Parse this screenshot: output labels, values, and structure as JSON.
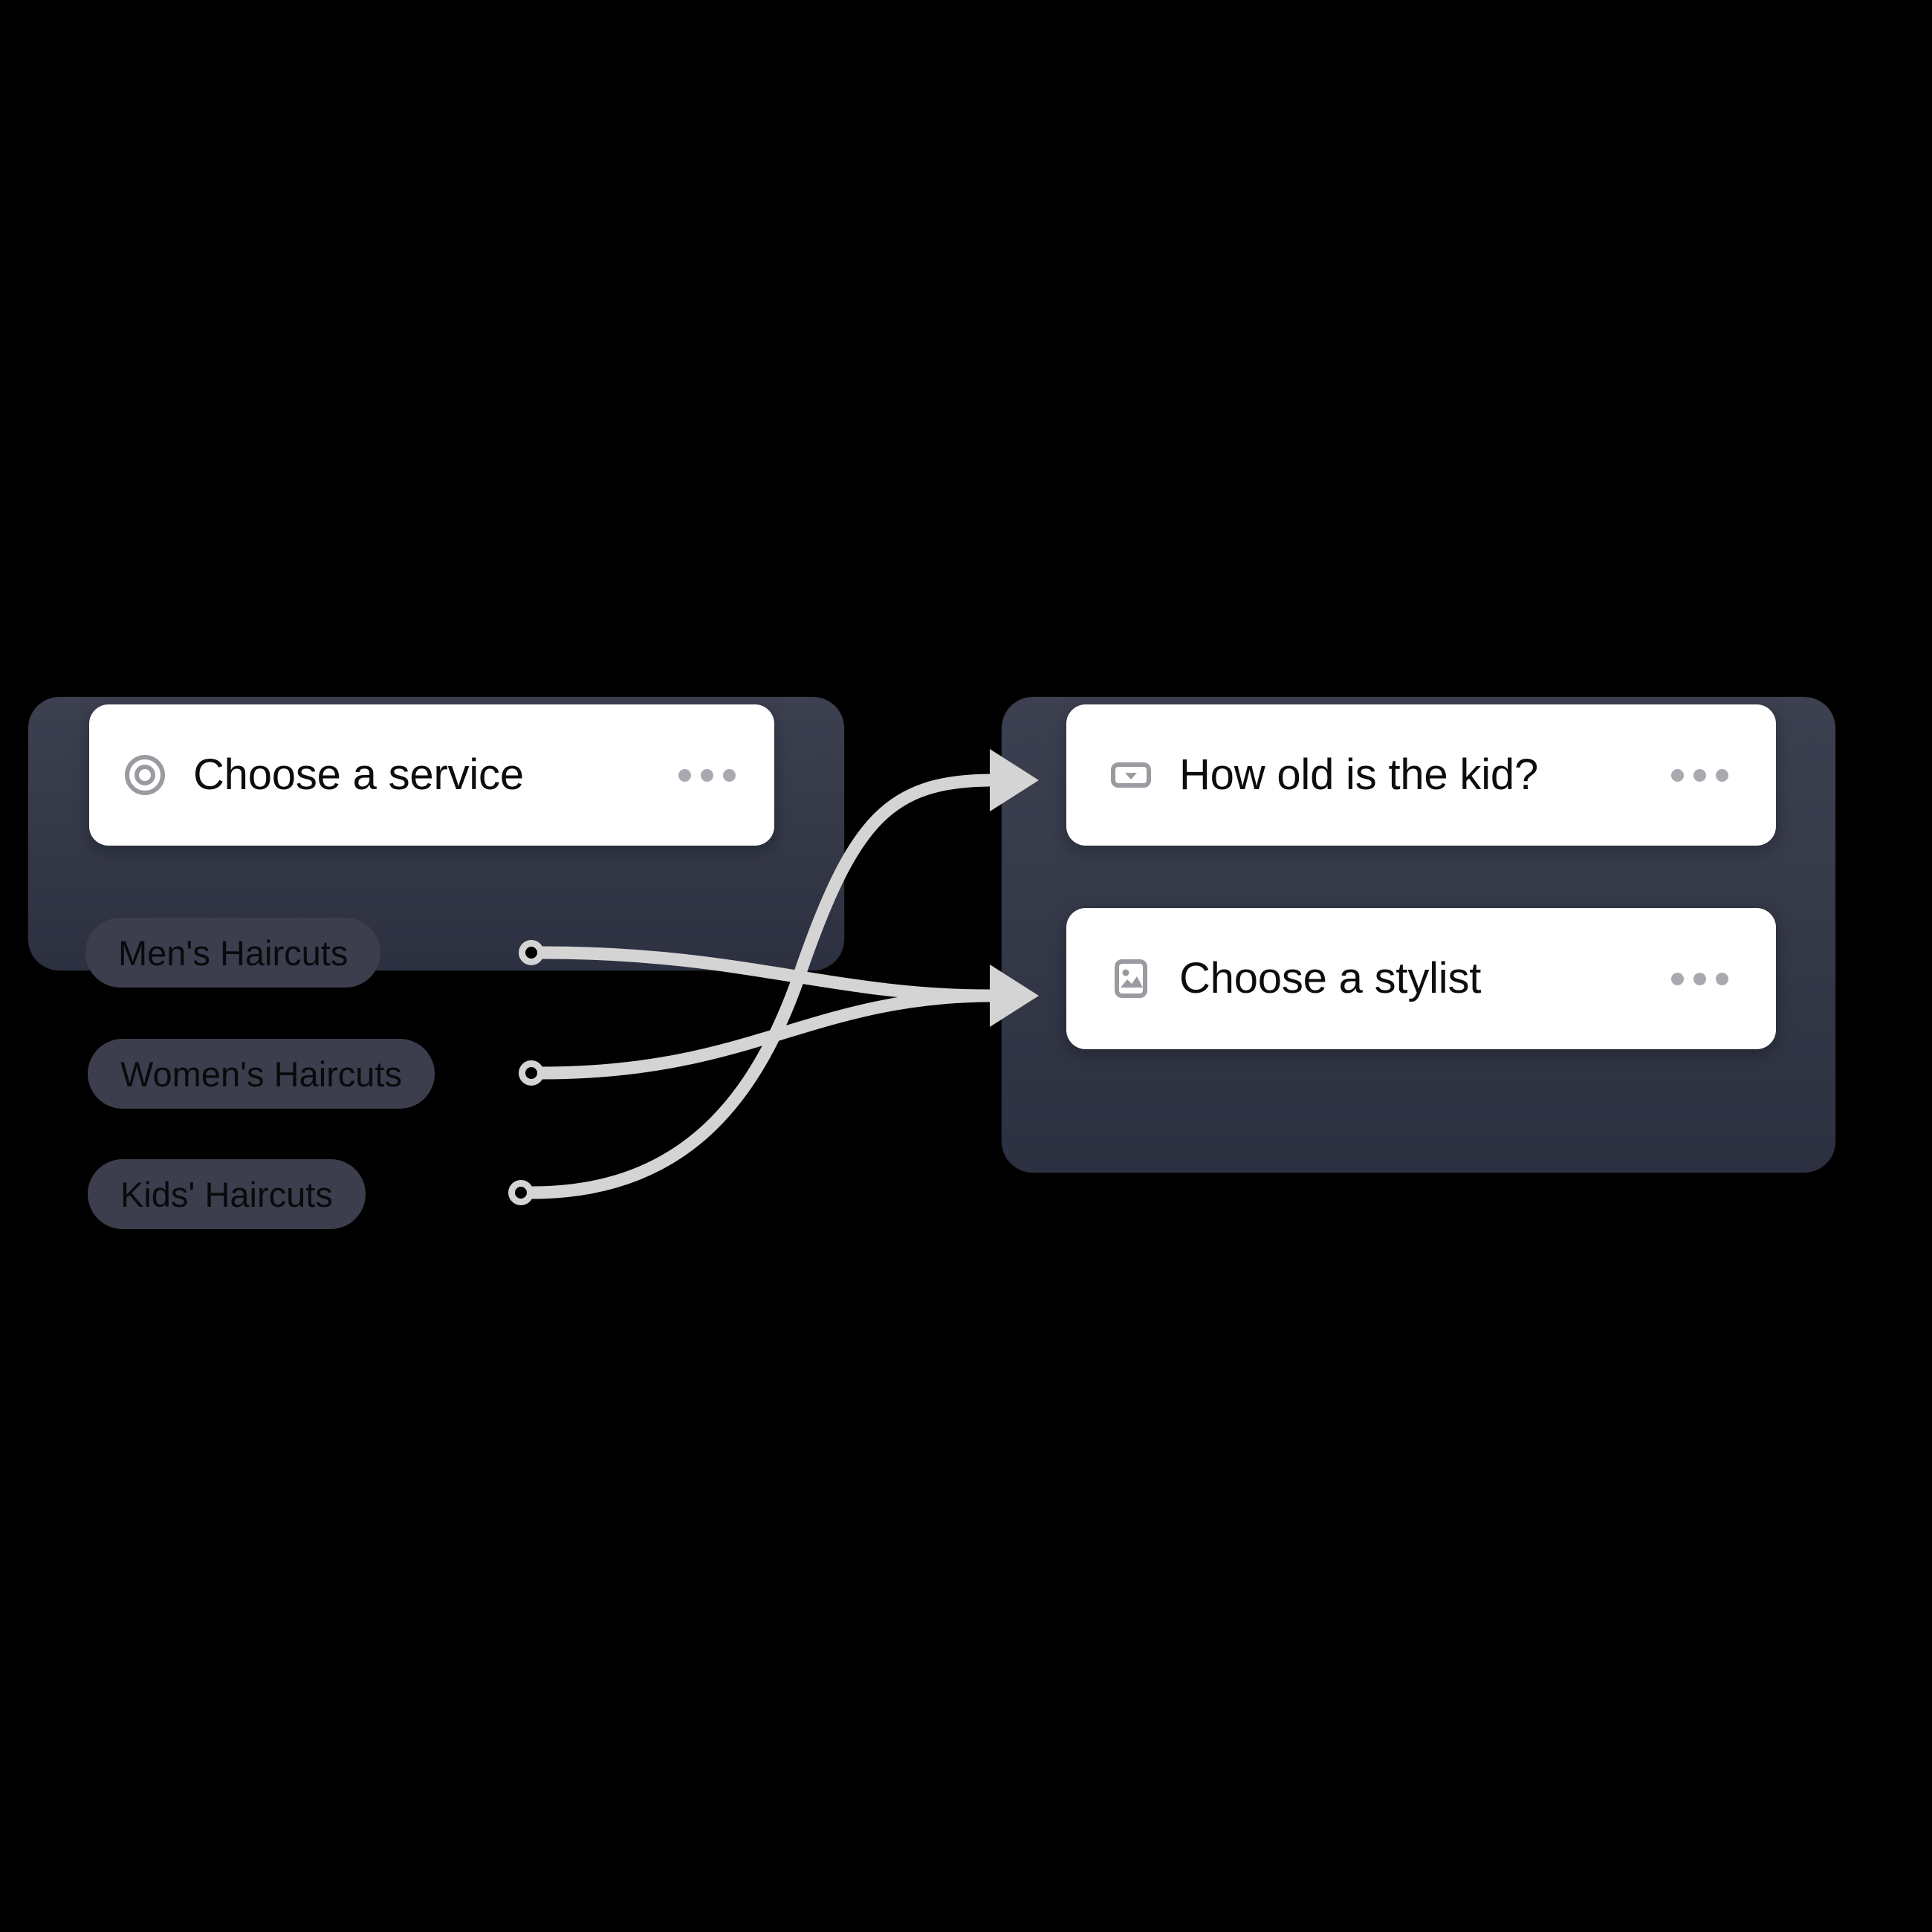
{
  "canvas": {
    "background_color": "#000000",
    "edge_color": "#d4d4d4"
  },
  "groups": [
    {
      "id": "group-left",
      "name": "choose-a-service-group",
      "background_color": "#353948"
    },
    {
      "id": "group-right",
      "name": "follow-up-steps-group",
      "background_color": "#353948"
    }
  ],
  "cards": [
    {
      "id": "card-choose-service",
      "icon": "radio-target-icon",
      "title": "Choose a service",
      "menu_label": "more-options"
    },
    {
      "id": "card-how-old",
      "icon": "dropdown-select-icon",
      "title": "How old is the kid?",
      "menu_label": "more-options"
    },
    {
      "id": "card-choose-stylist",
      "icon": "image-picker-icon",
      "title": "Choose a stylist",
      "menu_label": "more-options"
    }
  ],
  "options": [
    {
      "id": "pill-mens",
      "label": "Men's Haircuts",
      "color": "#3c3e4d"
    },
    {
      "id": "pill-womens",
      "label": "Women's Haircuts",
      "color": "#3c3e4d"
    },
    {
      "id": "pill-kids",
      "label": "Kids' Haircuts",
      "color": "#3c3e4d"
    }
  ],
  "connections": [
    {
      "from": "Men's Haircuts",
      "to": "Choose a stylist"
    },
    {
      "from": "Women's Haircuts",
      "to": "Choose a stylist"
    },
    {
      "from": "Kids' Haircuts",
      "to": "How old is the kid?"
    }
  ]
}
